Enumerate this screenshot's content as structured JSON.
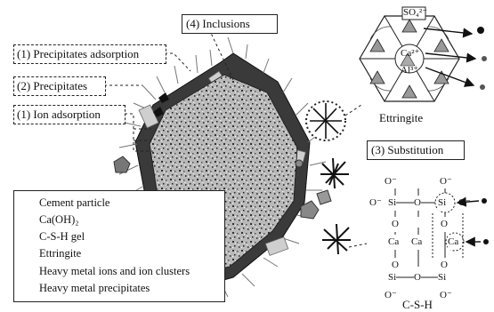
{
  "callouts": {
    "inclusions": "(4) Inclusions",
    "precipitates_adsorption": "(1) Precipitates adsorption",
    "precipitates": "(2) Precipitates",
    "ion_adsorption": "(1) Ion adsorption",
    "substitution": "(3) Substitution"
  },
  "ettringite": {
    "caption": "Ettringite",
    "ion_so4": "SO₄²⁻",
    "ion_ca": "Ca²⁺",
    "ion_al": "Al³⁺"
  },
  "csh": {
    "caption": "C-S-H",
    "si": "Si",
    "ca": "Ca",
    "o": "O",
    "o_minus": "O⁻"
  },
  "legend": [
    {
      "icon": "cement-particle-icon",
      "label": "Cement particle"
    },
    {
      "icon": "calcium-hydroxide-icon",
      "label": "Ca(OH)₂"
    },
    {
      "icon": "csh-gel-icon",
      "label": "C-S-H gel"
    },
    {
      "icon": "ettringite-icon",
      "label": "Ettringite"
    },
    {
      "icon": "heavy-metal-ions-icon",
      "label": "Heavy metal ions and ion clusters"
    },
    {
      "icon": "heavy-metal-precipitates-icon",
      "label": "Heavy metal precipitates"
    }
  ]
}
